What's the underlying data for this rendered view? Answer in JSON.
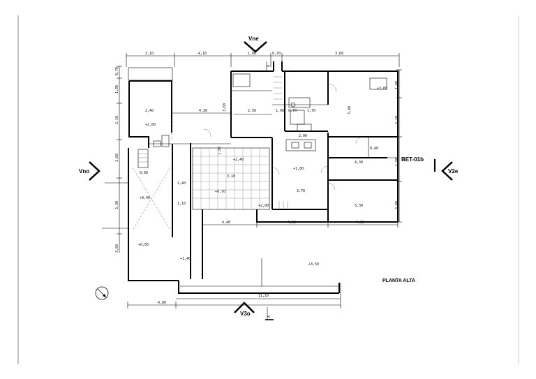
{
  "drawing": {
    "title": "PLANTA ALTA",
    "section_label": "BET-01b",
    "view_markers": {
      "north": "Vne",
      "west": "Vno",
      "east": "V2e",
      "south": "V3o"
    },
    "cut_label": "A",
    "top_dimensions": [
      "3,10",
      "4,10",
      "1,80",
      "0,70",
      "3,60"
    ],
    "bottom_dimensions": [
      "4,40",
      "4,60",
      "4,60"
    ],
    "base_dimensions": [
      "4,80",
      "11,10"
    ],
    "interior_dimensions": [
      "2,40",
      "4,30",
      "3,60",
      "2,50",
      "1,90",
      "0,70",
      "1,70",
      "3,40",
      "2,00",
      "1,90",
      "3,10",
      "3,70",
      "4,30",
      "3,30",
      "0,80",
      "1,40",
      "1,10",
      "0,40"
    ],
    "side_dimensions_left": [
      "0,70",
      "1,80",
      "2,10",
      "3,60",
      "3,30",
      "3,60"
    ],
    "side_dimensions_right": [
      "1,80",
      "2,10",
      "1,50",
      "3,00"
    ],
    "level_marks": [
      "+2,80",
      "+0,40",
      "+0,70",
      "+1,80",
      "+2,40",
      "+0,60",
      "+1,40",
      "+3,50",
      "+3,60",
      "+2,00"
    ]
  }
}
